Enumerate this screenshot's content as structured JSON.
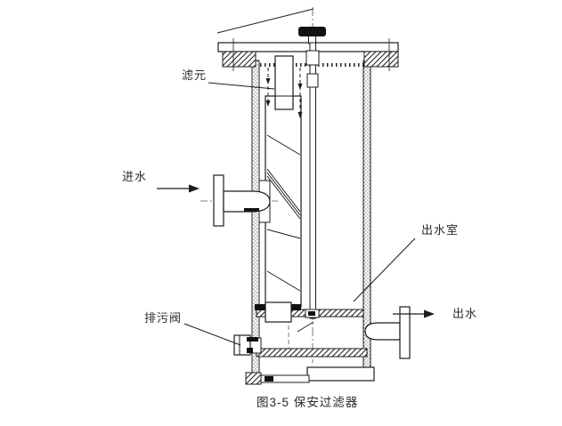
{
  "figure_caption": "图3-5 保安过滤器",
  "labels": {
    "filter_element": "滤元",
    "inlet": "进水",
    "outlet_chamber": "出水室",
    "outlet": "出水",
    "drain_valve": "排污阀"
  },
  "colors": {
    "line": "#1c1c1c",
    "background": "#ffffff"
  }
}
